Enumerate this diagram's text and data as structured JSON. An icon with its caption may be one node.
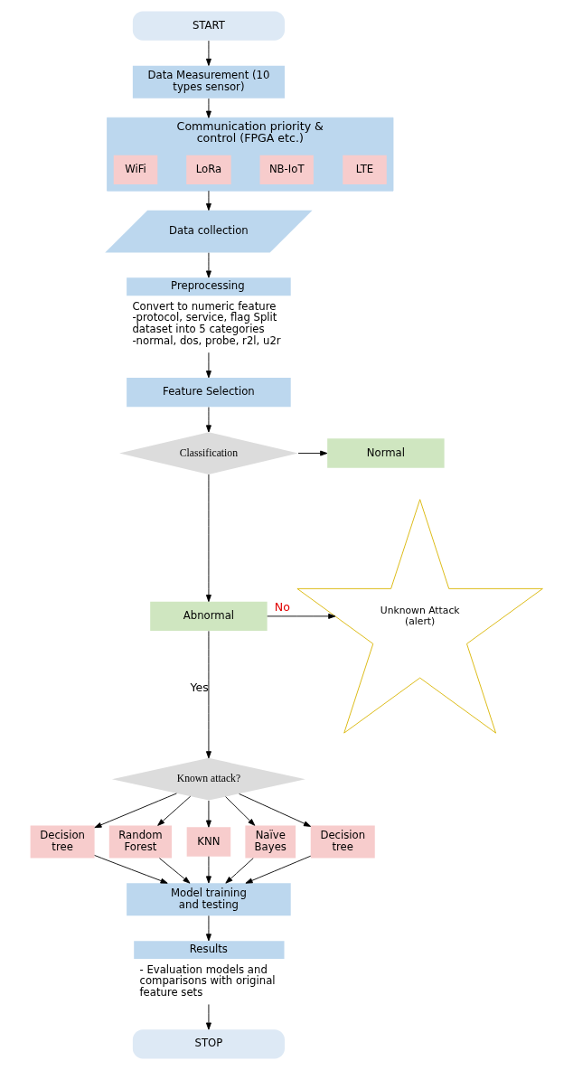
{
  "diagram": {
    "nodes": [
      {
        "text": [
          "START"
        ]
      },
      {
        "text": [
          "Data Measurement (10 types sensor)"
        ]
      },
      {
        "text": [
          "Communication priority & control (FPGA etc.)"
        ]
      },
      {
        "text": [
          "WiFi"
        ],
        "in": 2
      },
      {
        "text": [
          "LoRa"
        ],
        "in": 2
      },
      {
        "text": [
          "NB-IoT"
        ],
        "in": 2
      },
      {
        "text": [
          "LTE"
        ],
        "in": 2
      },
      {
        "text": [
          "Data collection"
        ]
      },
      {
        "text": [
          "Preprocessing",
          "Convert to numeric feature -protocol, service, flag Split dataset into 5 categories -normal, dos, probe, r2l, u2r"
        ]
      },
      {
        "text": [
          "Feature Selection"
        ]
      },
      {
        "text": [
          "Classification"
        ]
      },
      {
        "text": [
          "Normal"
        ]
      },
      {
        "text": [
          "Abnormal"
        ]
      },
      {
        "text": [
          "Unknown Attack (alert)"
        ]
      },
      {
        "text": [
          "Known attack?"
        ]
      },
      {
        "text": [
          "Decision tree"
        ]
      },
      {
        "text": [
          "Random Forest"
        ]
      },
      {
        "text": [
          "KNN"
        ]
      },
      {
        "text": [
          "Naïve Bayes"
        ]
      },
      {
        "text": [
          "Decision tree"
        ]
      },
      {
        "text": [
          "Model training and testing"
        ]
      },
      {
        "text": [
          "Results",
          "- Evaluation models and comparisons with original feature sets"
        ]
      },
      {
        "text": [
          "STOP"
        ]
      }
    ],
    "edges": [
      {
        "from": 0,
        "to": 1,
        "arrow": "to"
      },
      {
        "from": 1,
        "to": 2,
        "arrow": "to"
      },
      {
        "from": 2,
        "to": 7,
        "arrow": "to"
      },
      {
        "from": 7,
        "to": 8,
        "arrow": "to"
      },
      {
        "from": 8,
        "to": 9,
        "arrow": "to"
      },
      {
        "from": 9,
        "to": 10,
        "arrow": "to"
      },
      {
        "from": 10,
        "to": 11,
        "arrow": "to"
      },
      {
        "from": 10,
        "to": 12,
        "arrow": "to"
      },
      {
        "from": 12,
        "to": 13,
        "arrow": "to",
        "label": "No"
      },
      {
        "from": 12,
        "to": 14,
        "arrow": "to",
        "label": "Yes"
      },
      {
        "from": 14,
        "to": 15,
        "arrow": "to"
      },
      {
        "from": 14,
        "to": 16,
        "arrow": "to"
      },
      {
        "from": 14,
        "to": 17,
        "arrow": "to"
      },
      {
        "from": 14,
        "to": 18,
        "arrow": "to"
      },
      {
        "from": 14,
        "to": 19,
        "arrow": "to"
      },
      {
        "from": 15,
        "to": 20,
        "arrow": "to"
      },
      {
        "from": 16,
        "to": 20,
        "arrow": "to"
      },
      {
        "from": 17,
        "to": 20,
        "arrow": "to"
      },
      {
        "from": 18,
        "to": 20,
        "arrow": "to"
      },
      {
        "from": 19,
        "to": 20,
        "arrow": "to"
      },
      {
        "from": 20,
        "to": 21,
        "arrow": "to"
      },
      {
        "from": 21,
        "to": 22,
        "arrow": "to"
      }
    ]
  }
}
